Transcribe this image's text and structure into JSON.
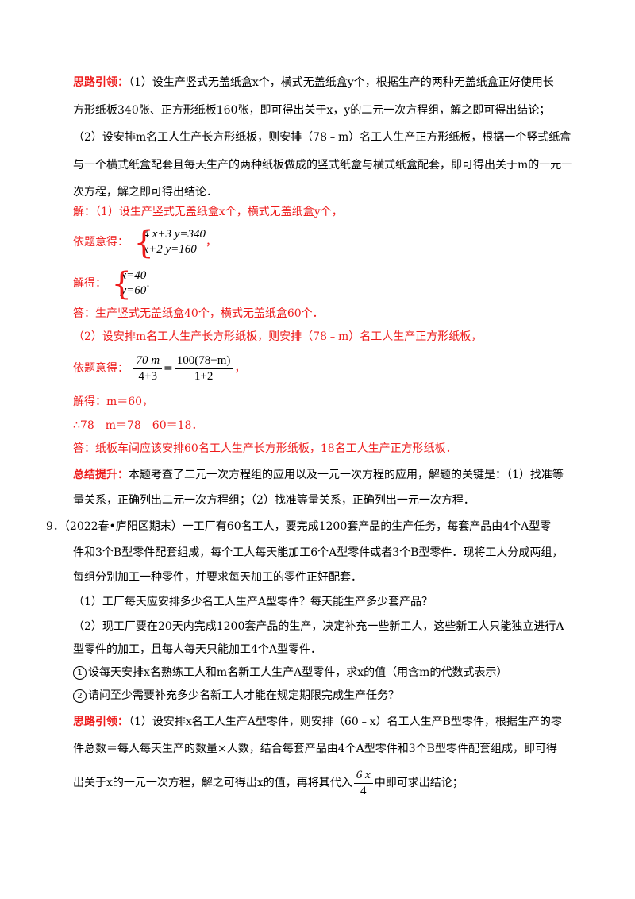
{
  "analysis1": {
    "label": "思路引领：",
    "l1": "（1）设生产竖式无盖纸盒x个，横式无盖纸盒y个，根据生产的两种无盖纸盒正好使用长",
    "l2": "方形纸板340张、正方形纸板160张，即可得出关于x，y的二元一次方程组，解之即可得出结论；",
    "l3": "（2）设安排m名工人生产长方形纸板，则安排（78﹣m）名工人生产正方形纸板，根据一个竖式纸盒",
    "l4": "与一个横式纸盒配套且每天生产的两种纸板做成的竖式纸盒与横式纸盒配套，即可得出关于m的一元一",
    "l5": "次方程，解之即可得出结论．"
  },
  "solution": {
    "s1": "解：（1）设生产竖式无盖纸盒x个，横式无盖纸盒y个，",
    "s2_label": "依题意得：",
    "eq1a": "4 x+3 y=340",
    "eq1b": "x+2 y=160",
    "comma": "，",
    "s3_label": "解得：",
    "eq2a": "x=40",
    "eq2b": "y=60",
    "period": ".",
    "s4": "答：生产竖式无盖纸盒40个，横式无盖纸盒60个．",
    "s5": "（2）设安排m名工人生产长方形纸板，则安排（78﹣m）名工人生产正方形纸板，",
    "s6_label": "依题意得：",
    "frac1_num": "70 m",
    "frac1_den": "4+3",
    "equals": "=",
    "frac2_num": "100(78−m)",
    "frac2_den": "1+2",
    "s7": "解得：m＝60，",
    "s8": "∴78﹣m＝78﹣60＝18．",
    "s9": "答：纸板车间应该安排60名工人生产长方形纸板，18名工人生产正方形纸板．"
  },
  "summary": {
    "label": "总结提升：",
    "l1": "本题考查了二元一次方程组的应用以及一元一次方程的应用，解题的关键是：（1）找准等",
    "l2": "量关系，正确列出二元一次方程组；（2）找准等量关系，正确列出一元一次方程．"
  },
  "problem9": {
    "number": "9．",
    "l1": "（2022春•庐阳区期末）一工厂有60名工人，要完成1200套产品的生产任务，每套产品由4个A型零",
    "l2": "件和3个B型零件配套组成，每个工人每天能加工6个A型零件或者3个B型零件．现将工人分成两组，",
    "l3": "每组分别加工一种零件，并要求每天加工的零件正好配套．",
    "q1": "（1）工厂每天应安排多少名工人生产A型零件？每天能生产多少套产品？",
    "q2a": "（2）现工厂要在20天内完成1200套产品的生产，决定补充一些新工人，这些新工人只能独立进行A",
    "q2b": "型零件的加工，且每人每天只能加工4个A型零件．",
    "c1_mark": "1",
    "c1": "设每天安排x名熟练工人和m名新工人生产A型零件，求x的值（用含m的代数式表示）",
    "c2_mark": "2",
    "c2": "请问至少需要补充多少名新工人才能在规定期限完成生产任务？"
  },
  "analysis2": {
    "label": "思路引领：",
    "l1": "（1）设安排x名工人生产A型零件，则安排（60﹣x）名工人生产B型零件，根据生产的零",
    "l2": "件总数＝每人每天生产的数量×人数，结合每套产品由4个A型零件和3个B型零件配套组成，即可得",
    "l3a": "出关于x的一元一次方程，解之可得出x的值，再将其代入",
    "frac_num": "6 x",
    "frac_den": "4",
    "l3b": "中即可求出结论；"
  }
}
